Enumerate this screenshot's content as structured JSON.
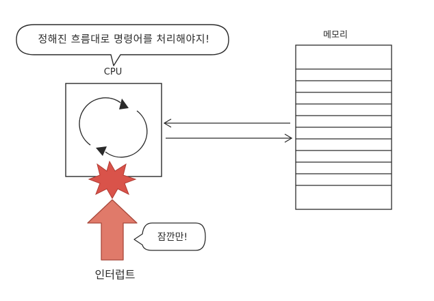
{
  "speech_bubble": {
    "text": "정해진 흐름대로 명령어를 처리해야지!"
  },
  "cpu": {
    "label": "CPU"
  },
  "memory": {
    "label": "메모리",
    "row_count": 11
  },
  "interrupt": {
    "label": "인터럽트",
    "speech_text": "잠깐만!"
  },
  "colors": {
    "stroke": "#2a2a2a",
    "arrow_fill": "#e07a6a",
    "arrow_stroke": "#a8473a",
    "burst_fill": "#d9534a"
  }
}
